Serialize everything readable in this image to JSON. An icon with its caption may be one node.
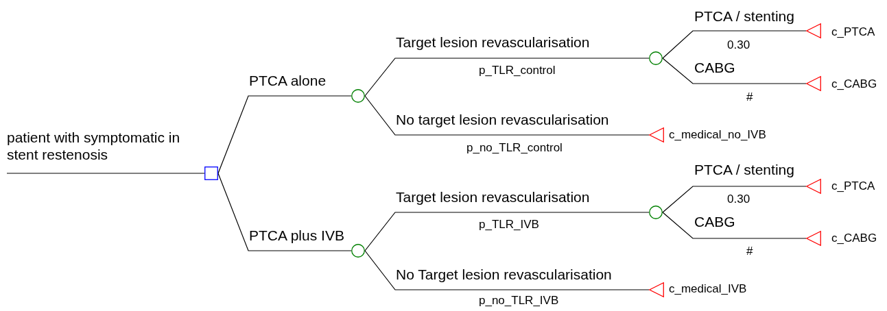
{
  "diagram": {
    "nodes": [
      {
        "text": [
          "patient with symptomatic in stent restenosis"
        ]
      },
      {
        "text": [],
        "shape": "box"
      },
      {
        "text": [],
        "shape": "circle"
      },
      {
        "text": [],
        "shape": "circle"
      },
      {
        "text": [],
        "shape": "circle"
      },
      {
        "text": [],
        "shape": "triangle",
        "beside": [
          "c_PTCA"
        ]
      },
      {
        "text": [],
        "shape": "triangle",
        "beside": [
          "c_CABG"
        ]
      },
      {
        "text": [],
        "shape": "triangle",
        "beside": [
          "c_medical_no_IVB"
        ]
      },
      {
        "text": [],
        "shape": "circle"
      },
      {
        "text": [],
        "shape": "triangle",
        "beside": [
          "c_PTCA"
        ]
      },
      {
        "text": [],
        "shape": "triangle",
        "beside": [
          "c_CABG"
        ]
      },
      {
        "text": [],
        "shape": "triangle",
        "beside": [
          "c_medical_IVB"
        ]
      }
    ],
    "edges": [
      {
        "from": 0,
        "to": 1,
        "arrow": "none"
      },
      {
        "from": 1,
        "to": 2,
        "arrow": "none",
        "label": "PTCA alone"
      },
      {
        "from": 1,
        "to": 3,
        "arrow": "none",
        "label": "PTCA plus IVB"
      },
      {
        "from": 2,
        "to": 4,
        "arrow": "none",
        "label": "Target lesion revascularisation"
      },
      {
        "from": 2,
        "to": 7,
        "arrow": "none",
        "label": "No target lesion revascularisation"
      },
      {
        "from": 4,
        "to": 5,
        "arrow": "none",
        "label": "PTCA / stenting"
      },
      {
        "from": 4,
        "to": 6,
        "arrow": "none",
        "label": "CABG"
      },
      {
        "from": 3,
        "to": 8,
        "arrow": "none",
        "label": "Target lesion revascularisation"
      },
      {
        "from": 3,
        "to": 11,
        "arrow": "none",
        "label": "No Target lesion revascularisation"
      },
      {
        "from": 8,
        "to": 9,
        "arrow": "none",
        "label": "PTCA / stenting"
      },
      {
        "from": 8,
        "to": 10,
        "arrow": "none",
        "label": "CABG"
      }
    ],
    "labels": [
      "0.30",
      "p_TLR_control",
      "#",
      "p_no_TLR_control",
      "0.30",
      "p_TLR_IVB",
      "#",
      "p_no_TLR_IVB"
    ]
  }
}
